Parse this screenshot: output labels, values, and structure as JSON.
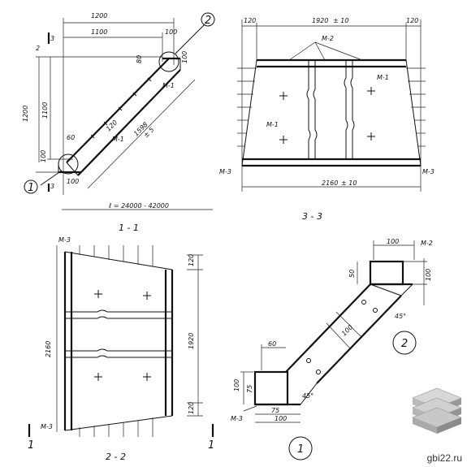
{
  "views": {
    "v11": {
      "title": "1 - 1",
      "dims": [
        "1200",
        "1100",
        "100",
        "1200",
        "1100",
        "100",
        "60",
        "100",
        "80",
        "100",
        "120",
        "1598",
        "± 5"
      ],
      "formula": "ℓ = 24000 - 42000",
      "marks": [
        "M-1",
        "M-1",
        "3",
        "3",
        "2",
        "1",
        "2"
      ]
    },
    "v33": {
      "title": "3 - 3",
      "dims": [
        "120",
        "1920",
        "± 10",
        "120",
        "2160",
        "± 10"
      ],
      "marks": [
        "M-2",
        "M-1",
        "M-1",
        "M-3",
        "M-3"
      ]
    },
    "v22": {
      "title": "2 - 2",
      "dims": [
        "2160",
        "1920",
        "120",
        "120"
      ],
      "marks": [
        "M-3",
        "M-3",
        "1",
        "1"
      ]
    },
    "n2": {
      "label": "2",
      "dims": [
        "100",
        "50",
        "100",
        "100",
        "45°"
      ],
      "marks": [
        "M-2"
      ]
    },
    "n1": {
      "label": "1",
      "dims": [
        "60",
        "100",
        "75",
        "75",
        "100",
        "45°"
      ],
      "marks": [
        "M-3"
      ]
    }
  },
  "watermark": "gbi22.ru"
}
